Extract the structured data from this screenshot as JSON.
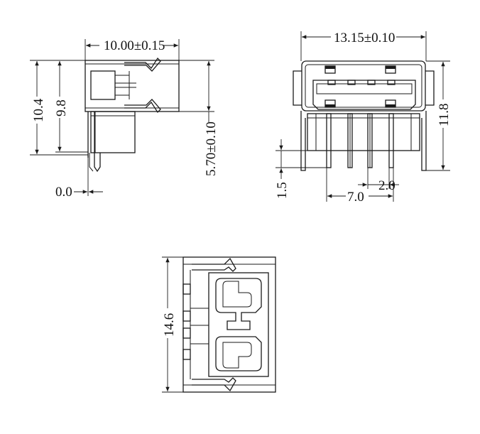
{
  "drawing": {
    "side_view": {
      "width_dim": "10.00±0.15",
      "height_total": "10.4",
      "height_body": "9.8",
      "height_right": "5.70±0.10",
      "offset": "0.0"
    },
    "front_view": {
      "width_dim": "13.15±0.10",
      "height_dim": "11.8",
      "pin_length": "1.5",
      "pin_pitch": "2.0",
      "pin_span": "7.0"
    },
    "bottom_view": {
      "length_dim": "14.6"
    }
  }
}
